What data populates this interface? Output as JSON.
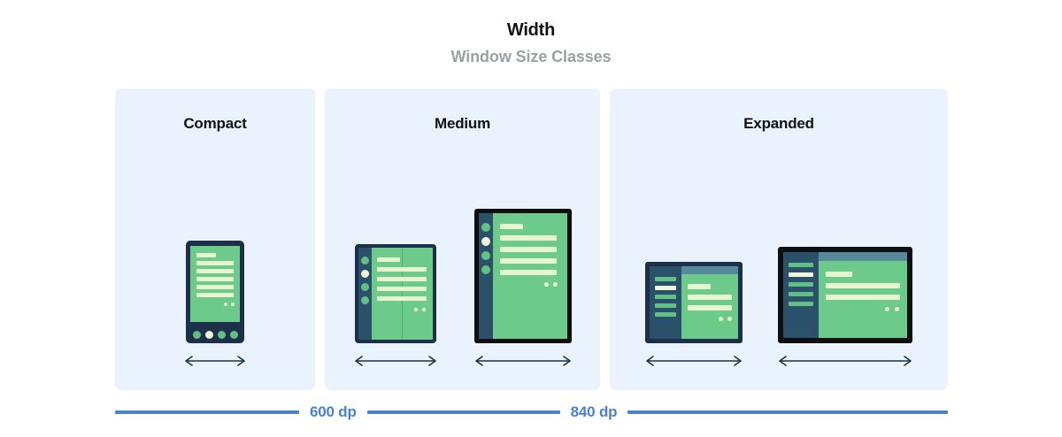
{
  "header": {
    "title": "Width",
    "subtitle": "Window Size Classes"
  },
  "colors": {
    "panel_bg": "#eaf2fd",
    "page_bg": "#ffffff",
    "title": "#101214",
    "subtitle": "#9aa0a6",
    "measure_blue": "#4a7fd4",
    "device_frame_navy": "#1d3049",
    "device_frame_black": "#0d0f10",
    "screen_green": "#6ccb8b",
    "content_cream": "#e9f5cf",
    "rail_navy": "#2a5169",
    "topbar_teal": "#57889c"
  },
  "panels": [
    {
      "id": "compact",
      "label": "Compact",
      "devices": [
        {
          "name": "phone-portrait",
          "arrow_label": "width-arrow"
        }
      ]
    },
    {
      "id": "medium",
      "label": "Medium",
      "devices": [
        {
          "name": "foldable-portrait",
          "arrow_label": "width-arrow"
        },
        {
          "name": "tablet-portrait",
          "arrow_label": "width-arrow"
        }
      ]
    },
    {
      "id": "expanded",
      "label": "Expanded",
      "devices": [
        {
          "name": "tablet-landscape",
          "arrow_label": "width-arrow"
        },
        {
          "name": "desktop-landscape",
          "arrow_label": "width-arrow"
        }
      ]
    }
  ],
  "measure": {
    "breakpoints": [
      {
        "value": "600 dp"
      },
      {
        "value": "840 dp"
      }
    ]
  }
}
